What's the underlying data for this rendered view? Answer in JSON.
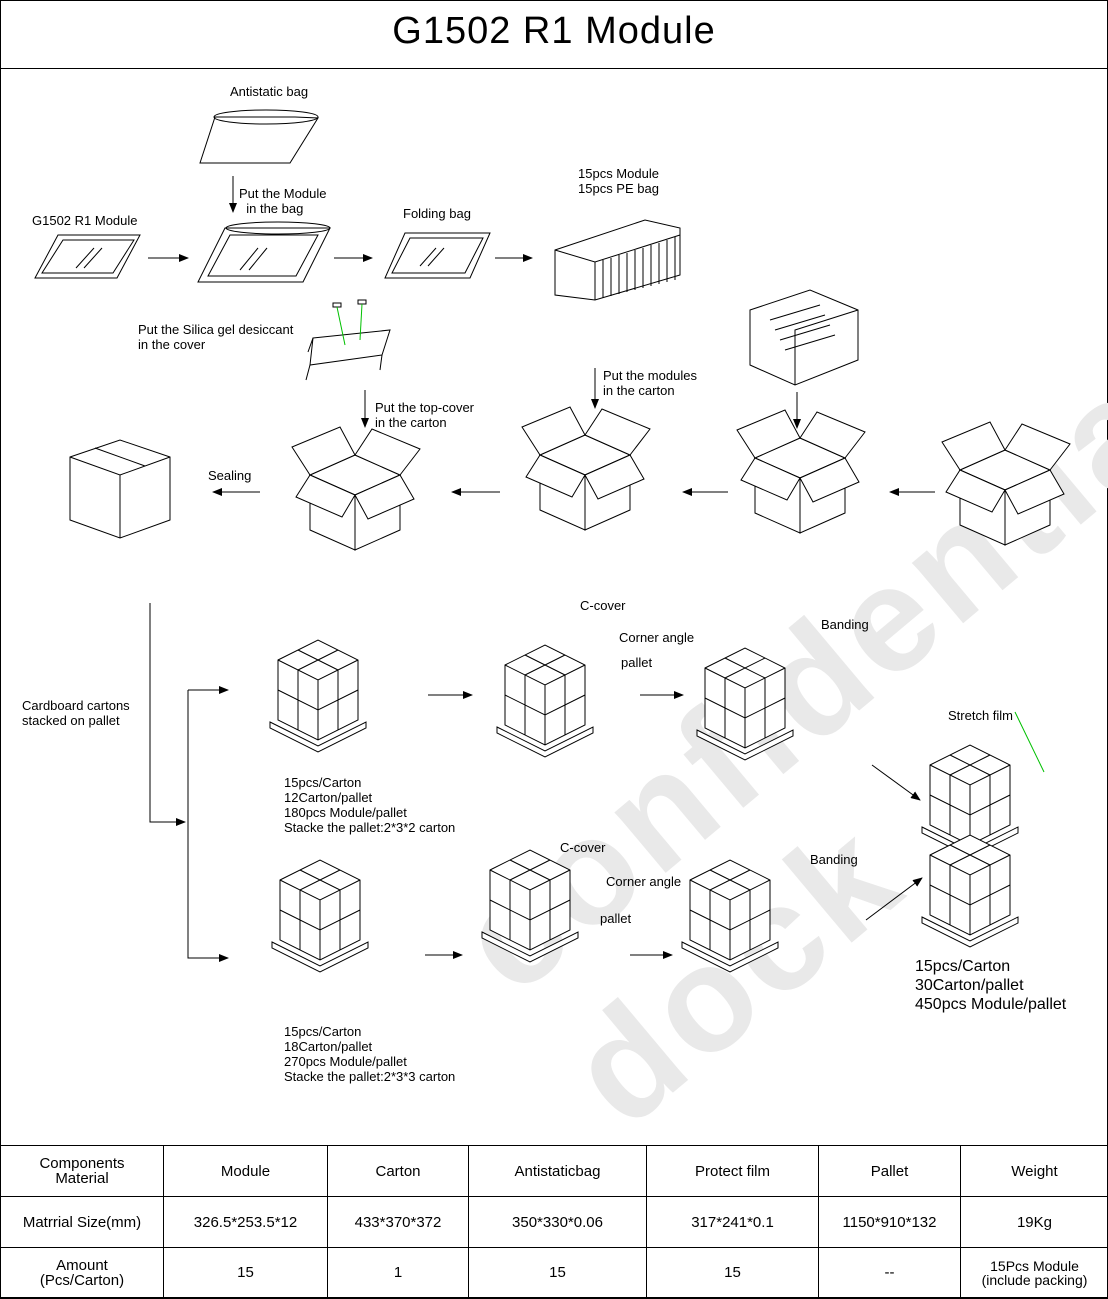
{
  "title": "G1502  R1 Module",
  "watermark": "confidential dock",
  "labels": {
    "antistatic_bag": "Antistatic bag",
    "put_module_in_bag": "Put the Module\n  in the bag",
    "g1502_module": "G1502 R1 Module",
    "folding_bag": "Folding bag",
    "pcs_module_pe": "15pcs Module\n15pcs PE bag",
    "silica_gel": "Put the Silica gel desiccant\nin the cover",
    "put_modules_carton": "Put the modules\nin the carton",
    "put_top_cover": "Put the top-cover\nin the carton",
    "sealing": "Sealing",
    "cardboard_stacked": "Cardboard cartons\nstacked on pallet",
    "c_cover_1": "C-cover",
    "corner_angle_1": "Corner angle",
    "pallet_1": "pallet",
    "banding_1": "Banding",
    "stretch_film": "Stretch film",
    "spec_12": "15pcs/Carton\n12Carton/pallet\n180pcs Module/pallet\nStacke the pallet:2*3*2 carton",
    "c_cover_2": "C-cover",
    "corner_angle_2": "Corner angle",
    "pallet_2": "pallet",
    "banding_2": "Banding",
    "spec_18": "15pcs/Carton\n18Carton/pallet\n270pcs Module/pallet\nStacke the pallet:2*3*3 carton",
    "spec_30": "15pcs/Carton\n30Carton/pallet\n450pcs Module/pallet"
  },
  "table": {
    "header": [
      "Components\nMaterial",
      "Module",
      "Carton",
      "Antistaticbag",
      "Protect film",
      "Pallet",
      "Weight"
    ],
    "size_row": [
      "Matrrial Size(mm)",
      "326.5*253.5*12",
      "433*370*372",
      "350*330*0.06",
      "317*241*0.1",
      "1150*910*132",
      "19Kg"
    ],
    "amount_row": [
      "Amount\n(Pcs/Carton)",
      "15",
      "1",
      "15",
      "15",
      "--",
      "15Pcs Module\n(include packing)"
    ]
  },
  "colors": {
    "line": "#000000",
    "leader_green": "#00c000",
    "watermark": "#e9e9e9"
  }
}
